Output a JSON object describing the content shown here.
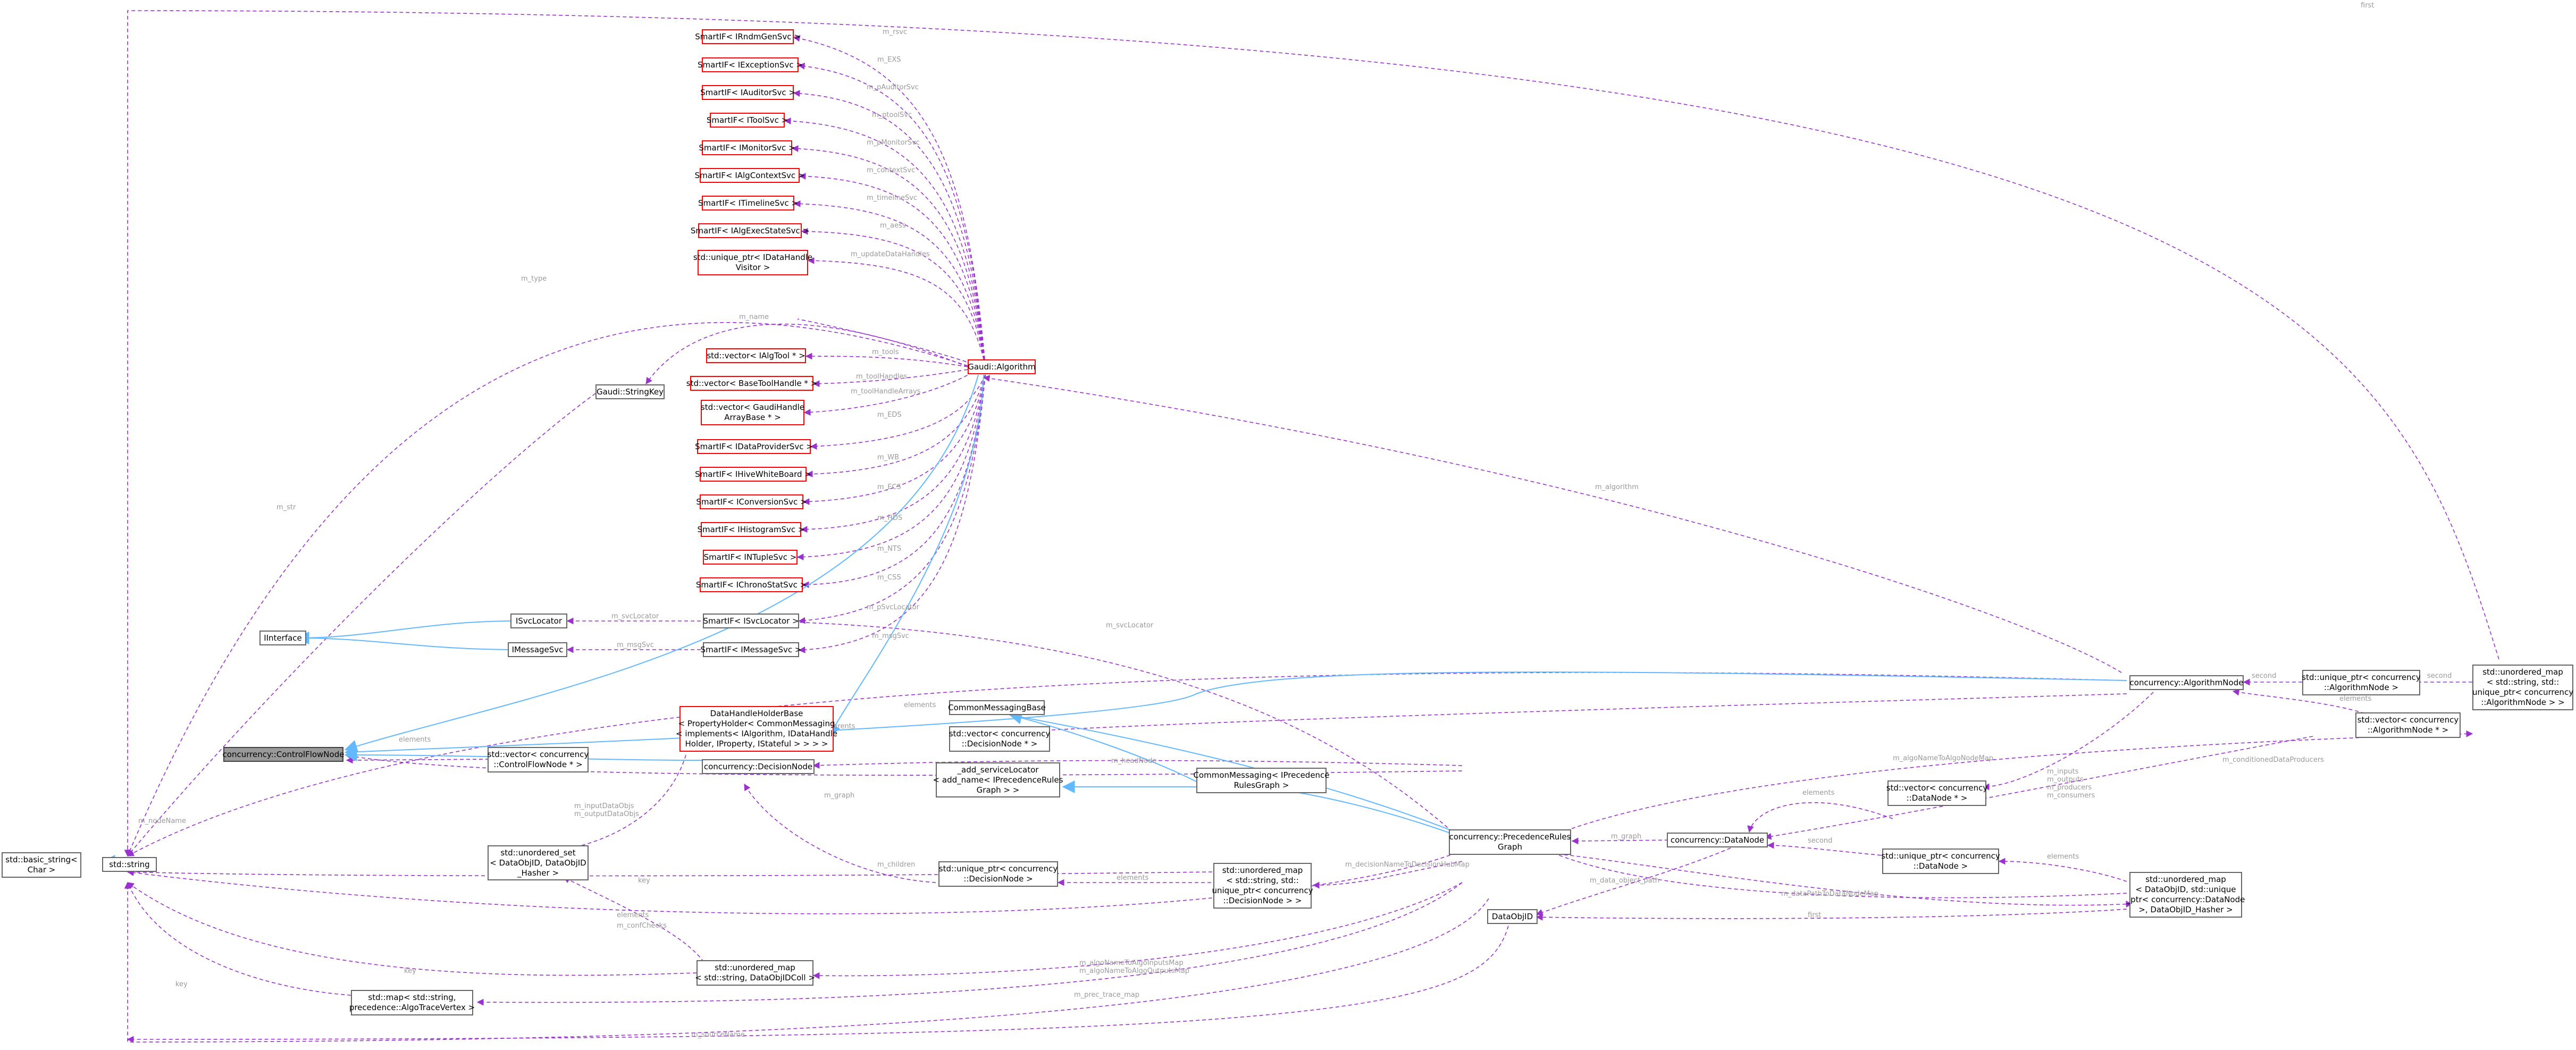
{
  "colors": {
    "usage": "#9a32cd",
    "inherit": "#63b8ff",
    "label": "#9a9a9a",
    "undoc_border": "#ff0000",
    "focus_fill": "#999999"
  },
  "nodes": {
    "smartif_irndmgensvc": "SmartIF< IRndmGenSvc >",
    "smartif_iexceptionsvc": "SmartIF< IExceptionSvc >",
    "smartif_iauditorsvc": "SmartIF< IAuditorSvc >",
    "smartif_itoolsvc": "SmartIF< IToolSvc >",
    "smartif_imonitorsvc": "SmartIF< IMonitorSvc >",
    "smartif_ialgcontextsvc": "SmartIF< IAlgContextSvc >",
    "smartif_itimelinesvc": "SmartIF< ITimelineSvc >",
    "smartif_ialgexecstatesvc": "SmartIF< IAlgExecStateSvc >",
    "unique_ptr_idatahandlevisitor": "std::unique_ptr< IDataHandle\nVisitor >",
    "vector_ialgtool": "std::vector< IAlgTool * >",
    "vector_basetoolhandle": "std::vector< BaseToolHandle * >",
    "vector_gaudihandlearraybase": "std::vector< GaudiHandle\nArrayBase * >",
    "smartif_idataprovidersvc": "SmartIF< IDataProviderSvc >",
    "smartif_ihivewhiteboard": "SmartIF< IHiveWhiteBoard >",
    "smartif_iconversionsvc": "SmartIF< IConversionSvc >",
    "smartif_ihistogramsvc": "SmartIF< IHistogramSvc >",
    "smartif_intuplesvc": "SmartIF< INTupleSvc >",
    "smartif_ichronostatsvc": "SmartIF< IChronoStatSvc >",
    "smartif_isvclocator": "SmartIF< ISvcLocator >",
    "smartif_imessagesvc": "SmartIF< IMessageSvc >",
    "gaudi_algorithm": "Gaudi::Algorithm",
    "gaudi_stringkey": "Gaudi::StringKey",
    "iinterface": "IInterface",
    "isvclocator": "ISvcLocator",
    "imessagesvc": "IMessageSvc",
    "vector_controlflownode": "std::vector< concurrency\n::ControlFlowNode * >",
    "controlflownode": "concurrency::ControlFlowNode",
    "basic_string": "std::basic_string<\nChar >",
    "std_string": "std::string",
    "datahandleholderbase": "DataHandleHolderBase\n< PropertyHolder< CommonMessaging\n< implements< IAlgorithm, IDataHandle\nHolder, IProperty, IStateful > > > >",
    "unordered_set_dataobjid": "std::unordered_set\n< DataObjID, DataObjID\n_Hasher >",
    "unordered_map_dataobjidcoll": "std::unordered_map\n< std::string, DataObjIDColl >",
    "map_algtracevertex": "std::map< std::string,\nprecedence::AlgoTraceVertex >",
    "commonmessagingbase": "CommonMessagingBase",
    "vector_decisionnode": "std::vector< concurrency\n::DecisionNode * >",
    "add_servicelocator": "_add_serviceLocator\n< add_name< IPrecedenceRules\nGraph > >",
    "commonmessaging_iprecedence": "CommonMessaging< IPrecedence\nRulesGraph >",
    "decisionnode": "concurrency::DecisionNode",
    "unique_ptr_decisionnode": "std::unique_ptr< concurrency\n::DecisionNode >",
    "unordered_map_decisionnode": "std::unordered_map\n< std::string, std::\nunique_ptr< concurrency\n::DecisionNode > >",
    "precedencerulesgraph": "concurrency::PrecedenceRules\nGraph",
    "datanode": "concurrency::DataNode",
    "dataobjid": "DataObjID",
    "vector_datanode": "std::vector< concurrency\n::DataNode * >",
    "unique_ptr_datanode": "std::unique_ptr< concurrency\n::DataNode >",
    "unordered_map_datanode": "std::unordered_map\n< DataObjID, std::unique\n_ptr< concurrency::DataNode\n>, DataObjID_Hasher >",
    "algorithmnode": "concurrency::AlgorithmNode",
    "unique_ptr_algorithmnode": "std::unique_ptr< concurrency\n::AlgorithmNode >",
    "vector_algorithmnode": "std::vector< concurrency\n::AlgorithmNode * >",
    "unordered_map_algorithmnode": "std::unordered_map\n< std::string, std::\nunique_ptr< concurrency\n::AlgorithmNode > >"
  },
  "labels": {
    "m_rsvc": "m_rsvc",
    "m_EXS": "m_EXS",
    "m_pAuditorSvc": "m_pAuditorSvc",
    "m_ptoolSvc": "m_ptoolSvc",
    "m_pMonitorSvc": "m_pMonitorSvc",
    "m_contextSvc": "m_contextSvc",
    "m_timelineSvc": "m_timelineSvc",
    "m_aess": "m_aess",
    "m_updateDataHandles": "m_updateDataHandles",
    "m_type_top": "m_type",
    "m_name": "m_name",
    "m_tools": "m_tools",
    "m_toolHandles": "m_toolHandles",
    "m_toolHandleArrays": "m_toolHandleArrays",
    "m_EDS": "m_EDS",
    "m_WB": "m_WB",
    "m_ECS": "m_ECS",
    "m_HDS": "m_HDS",
    "m_NTS": "m_NTS",
    "m_CSS": "m_CSS",
    "m_pSvcLocator": "m_pSvcLocator",
    "m_msgSvc": "m_msgSvc",
    "m_svcLocator": "m_svcLocator",
    "m_msgSvc_inh": "m_msgSvc",
    "m_algorithm": "m_algorithm",
    "m_type_left": "m_type",
    "m_str": "m_str",
    "elements": "elements",
    "m_inputDataObjs": "m_inputDataObjs\nm_outputDataObjs",
    "m_nodeName": "m_nodeName",
    "m_parents": "m_parents",
    "m_headNode": "m_headNode",
    "m_graph": "m_graph",
    "m_children": "m_children",
    "m_decisionNameToDecisionHubMap": "m_decisionNameToDecisionHubMap",
    "m_algoNameToAlgoInputsMap": "m_algoNameToAlgoInputsMap\nm_algoNameToAlgoOutputsMap",
    "m_prec_trace_map": "m_prec_trace_map",
    "m_conditionedDataProducers": "m_conditionedDataProducers",
    "m_data_object_path": "m_data_object_path",
    "m_dataPathToDataNodeMap": "m_dataPathToDataNodeMap",
    "m_producers": "m_producers\nm_consumers",
    "m_inputs": "m_inputs\nm_outputs",
    "m_algoNameToAlgoNodeMap": "m_algoNameToAlgoNodeMap",
    "m_confChecks": "m_confChecks",
    "key": "key",
    "second": "second",
    "m_headNode2": "m_headNode",
    "m_sourceName": "m_sourceName",
    "first": "first"
  }
}
